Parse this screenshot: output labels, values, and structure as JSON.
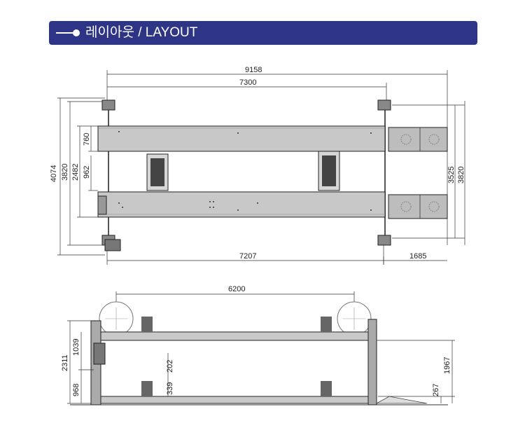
{
  "header": {
    "title": "레이아웃 / LAYOUT"
  },
  "top_view": {
    "dims": {
      "overall_length": "9158",
      "post_span": "7300",
      "runway_length": "7207",
      "ramp_length": "1685",
      "overall_width": "4074",
      "width_left": "3820",
      "inner_width": "2482",
      "runway_width": "760",
      "runway_gap": "962",
      "width_right_inner": "3525",
      "width_right": "3820"
    }
  },
  "side_view": {
    "dims": {
      "wheelbase": "6200",
      "overall_height": "2311",
      "upper_height": "1039",
      "lower_height": "968",
      "jack_height": "202",
      "jack_base": "339",
      "lift_height": "1967",
      "runway_height": "267"
    }
  }
}
